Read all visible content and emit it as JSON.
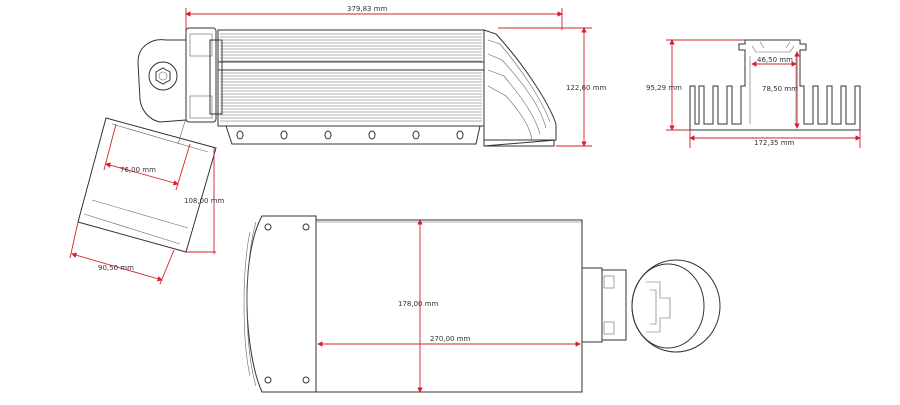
{
  "drawing": {
    "colors": {
      "line": "#333333",
      "dimension": "#d3202e",
      "background": "#ffffff"
    },
    "dimensions": {
      "overall_length": "379,83 mm",
      "overall_height": "122,60 mm",
      "bracket_inner_width": "76,00 mm",
      "bracket_height": "108,00 mm",
      "bracket_width": "90,50 mm",
      "profile_inner_width": "46,50 mm",
      "profile_height": "95,29 mm",
      "profile_slot_height": "78,50 mm",
      "profile_width": "172,35 mm",
      "body_width": "178,00 mm",
      "body_length": "270,00 mm"
    }
  }
}
